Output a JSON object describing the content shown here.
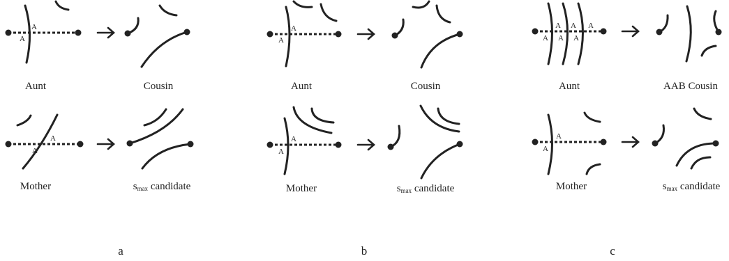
{
  "edge_label": "A",
  "panels": [
    {
      "letter": "a",
      "top": {
        "left_caption": "Aunt",
        "right_caption": "Cousin"
      },
      "bottom": {
        "left_caption": "Mother",
        "right_caption_sub": "max",
        "right_caption_rest": "candidate"
      }
    },
    {
      "letter": "b",
      "top": {
        "left_caption": "Aunt",
        "right_caption": "Cousin"
      },
      "bottom": {
        "left_caption": "Mother",
        "right_caption_sub": "max",
        "right_caption_rest": "candidate"
      }
    },
    {
      "letter": "c",
      "top": {
        "left_caption": "Aunt",
        "right_caption": "AAB Cousin"
      },
      "bottom": {
        "left_caption": "Mother",
        "right_caption_sub": "max",
        "right_caption_rest": "candidate"
      }
    }
  ],
  "smax_prefix": "s"
}
